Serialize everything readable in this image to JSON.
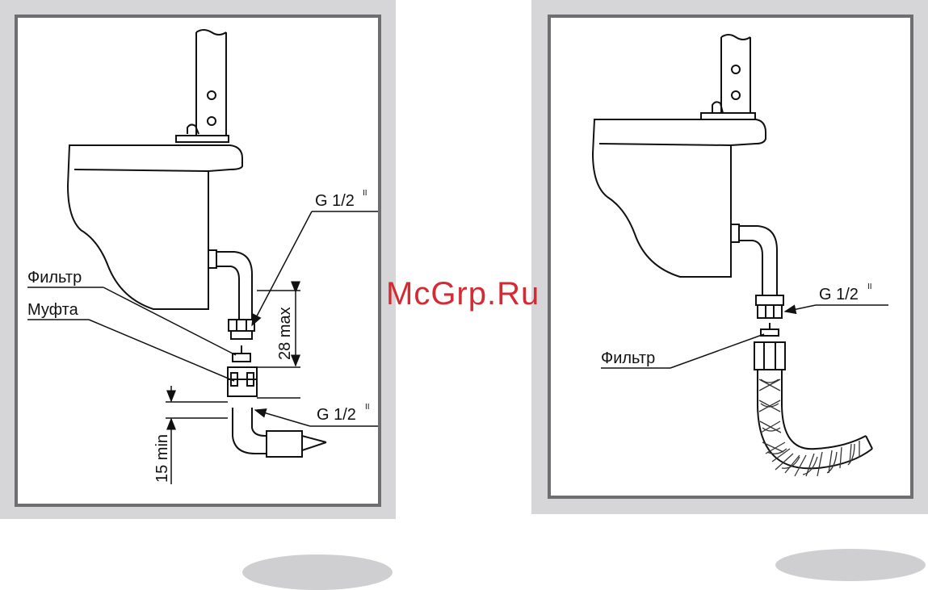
{
  "left_diagram": {
    "thread_label_top": "G 1/2",
    "thread_label_bottom": "G 1/2",
    "thread_mark": "II",
    "filter_label": "Фильтр",
    "coupling_label": "Муфта",
    "dim_max": "28 max",
    "dim_min": "15 min"
  },
  "right_diagram": {
    "thread_label": "G 1/2",
    "thread_mark": "II",
    "filter_label": "Фильтр"
  },
  "watermark": "McGrp.Ru",
  "colors": {
    "panel_bg": "#d6d6d8",
    "frame_border": "#6e6e70",
    "watermark": "#d42a33",
    "oval": "#cfcfd1"
  }
}
